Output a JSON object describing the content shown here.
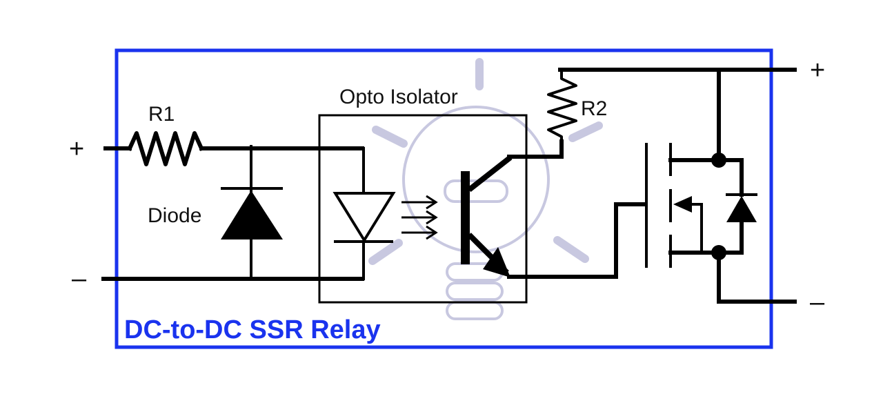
{
  "diagram": {
    "title": "DC-to-DC SSR Relay",
    "colors": {
      "frame": "#1a33ee",
      "title": "#1a33ee",
      "wire": "#000000",
      "watermark": "#c8c8e0",
      "background": "#ffffff"
    },
    "input_terminals": {
      "positive": "+",
      "negative": "–"
    },
    "output_terminals": {
      "positive": "+",
      "negative": "–"
    },
    "components": {
      "r1": {
        "label": "R1",
        "type": "resistor"
      },
      "diode": {
        "label": "Diode",
        "type": "diode"
      },
      "opto": {
        "label": "Opto Isolator",
        "type": "optocoupler",
        "parts": [
          "led",
          "light-rays",
          "phototransistor"
        ]
      },
      "r2": {
        "label": "R2",
        "type": "resistor"
      },
      "mosfet": {
        "label": "",
        "type": "mosfet",
        "parts": [
          "gate",
          "channel",
          "body-diode"
        ]
      }
    },
    "watermark": {
      "icon": "lightbulb-icon"
    }
  }
}
